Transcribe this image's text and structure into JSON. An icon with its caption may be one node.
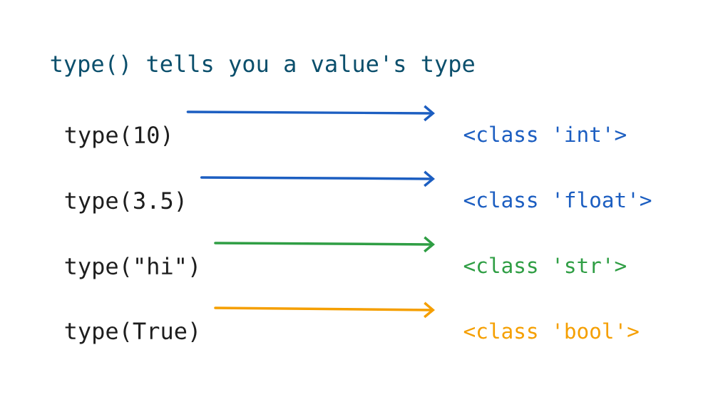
{
  "diagram": {
    "title": "type() tells you a value's type",
    "nodes": [
      {
        "text": [
          "type(10)"
        ]
      },
      {
        "text": [
          "<class 'int'>"
        ]
      },
      {
        "text": [
          "type(3.5)"
        ]
      },
      {
        "text": [
          "<class 'float'>"
        ]
      },
      {
        "text": [
          "type(\"hi\")"
        ]
      },
      {
        "text": [
          "<class 'str'>"
        ]
      },
      {
        "text": [
          "type(True)"
        ]
      },
      {
        "text": [
          "<class 'bool'>"
        ]
      }
    ],
    "edges": [
      {
        "from": 0,
        "to": 1,
        "arrow": "to"
      },
      {
        "from": 2,
        "to": 3,
        "arrow": "to"
      },
      {
        "from": 4,
        "to": 5,
        "arrow": "to",
        "color": "#2f9e44"
      },
      {
        "from": 6,
        "to": 7,
        "arrow": "to",
        "color": "#f59f00"
      }
    ]
  }
}
